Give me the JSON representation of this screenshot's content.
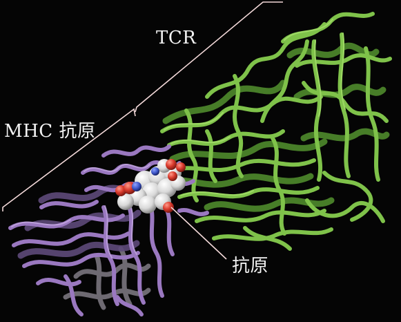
{
  "labels": {
    "tcr": "TCR",
    "mhc": "MHC 抗原",
    "antigen": "抗原"
  },
  "colors": {
    "background": "#050505",
    "tcr_ribbon": "#7fc24a",
    "tcr_ribbon_dark": "#4f8a2c",
    "mhc_ribbon": "#9a78c0",
    "mhc_ribbon_dark": "#5e4a7a",
    "mhc_grey": "#6e6a72",
    "antigen_white": "#e8e8e8",
    "antigen_red": "#d8392b",
    "antigen_blue": "#3c55c8",
    "bracket_line": "#f4dada",
    "text": "#f2f2f2"
  }
}
